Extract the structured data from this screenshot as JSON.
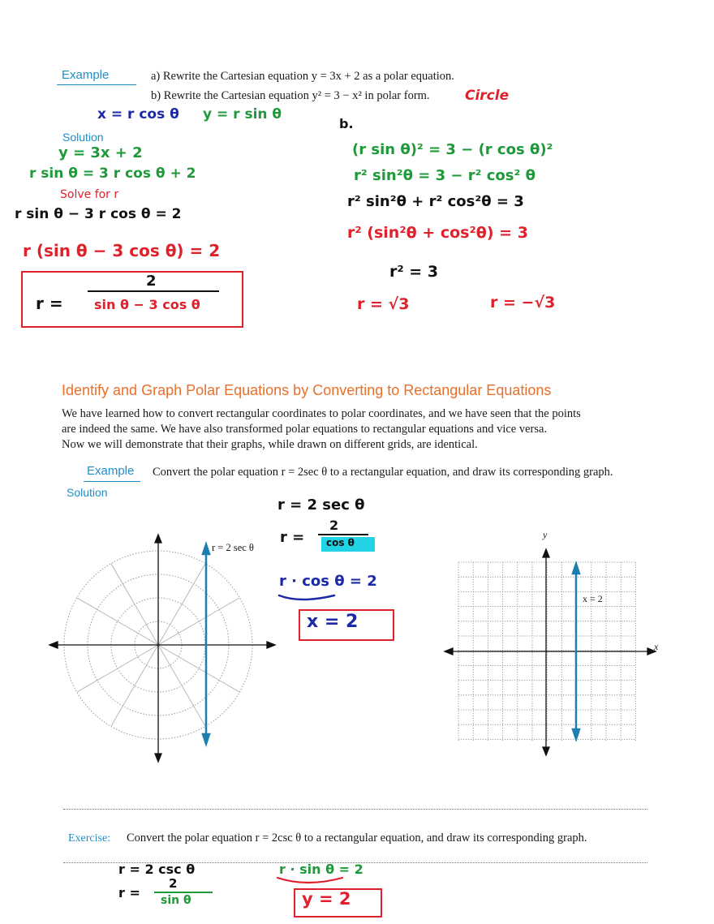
{
  "example1": {
    "label": "Example",
    "part_a": "a)  Rewrite the Cartesian equation y = 3x + 2 as a polar equation.",
    "part_b": "b)  Rewrite the Cartesian equation y² = 3 − x² in polar form.",
    "note_circle": "Circle",
    "hw_subs_x": "x = r cos θ",
    "hw_subs_y": "y = r sin θ",
    "solution_label": "Solution",
    "left_work": {
      "l1": "y = 3x + 2",
      "l2": "r sin θ = 3 r cos θ + 2",
      "l3": "Solve for r",
      "l4": "r sin θ − 3 r cos θ = 2",
      "l5": "r (sin θ − 3 cos θ) = 2",
      "l6_lhs": "r =",
      "l6_num": "2",
      "l6_den": "sin θ − 3 cos θ"
    },
    "right_work": {
      "b": "b.",
      "r1": "(r sin θ)² = 3 − (r cos θ)²",
      "r2": "r² sin²θ = 3 − r² cos² θ",
      "r3": "r² sin²θ + r² cos²θ = 3",
      "r4": "r² (sin²θ + cos²θ) = 3",
      "r5": "r² = 3",
      "r6a": "r = √3",
      "r6b": "r = −√3"
    }
  },
  "section": {
    "title": "Identify and Graph Polar Equations by Converting to Rectangular Equations",
    "para1": "We have learned how to convert rectangular coordinates to polar coordinates, and we have seen that the points",
    "para2": "are indeed the same. We have also transformed polar equations to rectangular equations and vice versa.",
    "para3": "Now we will demonstrate that their graphs, while drawn on different grids, are identical."
  },
  "example2": {
    "label": "Example",
    "text": "Convert the polar equation r = 2sec θ to a rectangular equation, and draw its corresponding graph.",
    "solution_label": "Solution",
    "polar_graph_label": "r = 2 sec θ",
    "rect_y_label": "y",
    "rect_x_label": "x",
    "rect_line_label": "x = 2",
    "hw1": "r = 2 sec θ",
    "hw2_lhs": "r =",
    "hw2_num": "2",
    "hw2_den": "cos θ",
    "hw3": "r · cos θ = 2",
    "hw4": "x = 2"
  },
  "exercise": {
    "label": "Exercise:",
    "text": "Convert the polar equation r = 2csc θ to a rectangular equation, and draw its corresponding graph.",
    "hw1": "r = 2 csc θ",
    "hw2_lhs": "r =",
    "hw2_num": "2",
    "hw2_den": "sin θ",
    "hw3": "r · sin θ = 2",
    "hw4": "y = 2"
  },
  "colors": {
    "accent_blue": "#1f8fc8",
    "section_orange": "#e8702a",
    "ink_red": "#e0202a",
    "ink_green": "#1f9a3a",
    "ink_blue": "#1c2aa8",
    "graph_line": "#1d7fb0",
    "highlight_cyan": "#22d3e6"
  }
}
